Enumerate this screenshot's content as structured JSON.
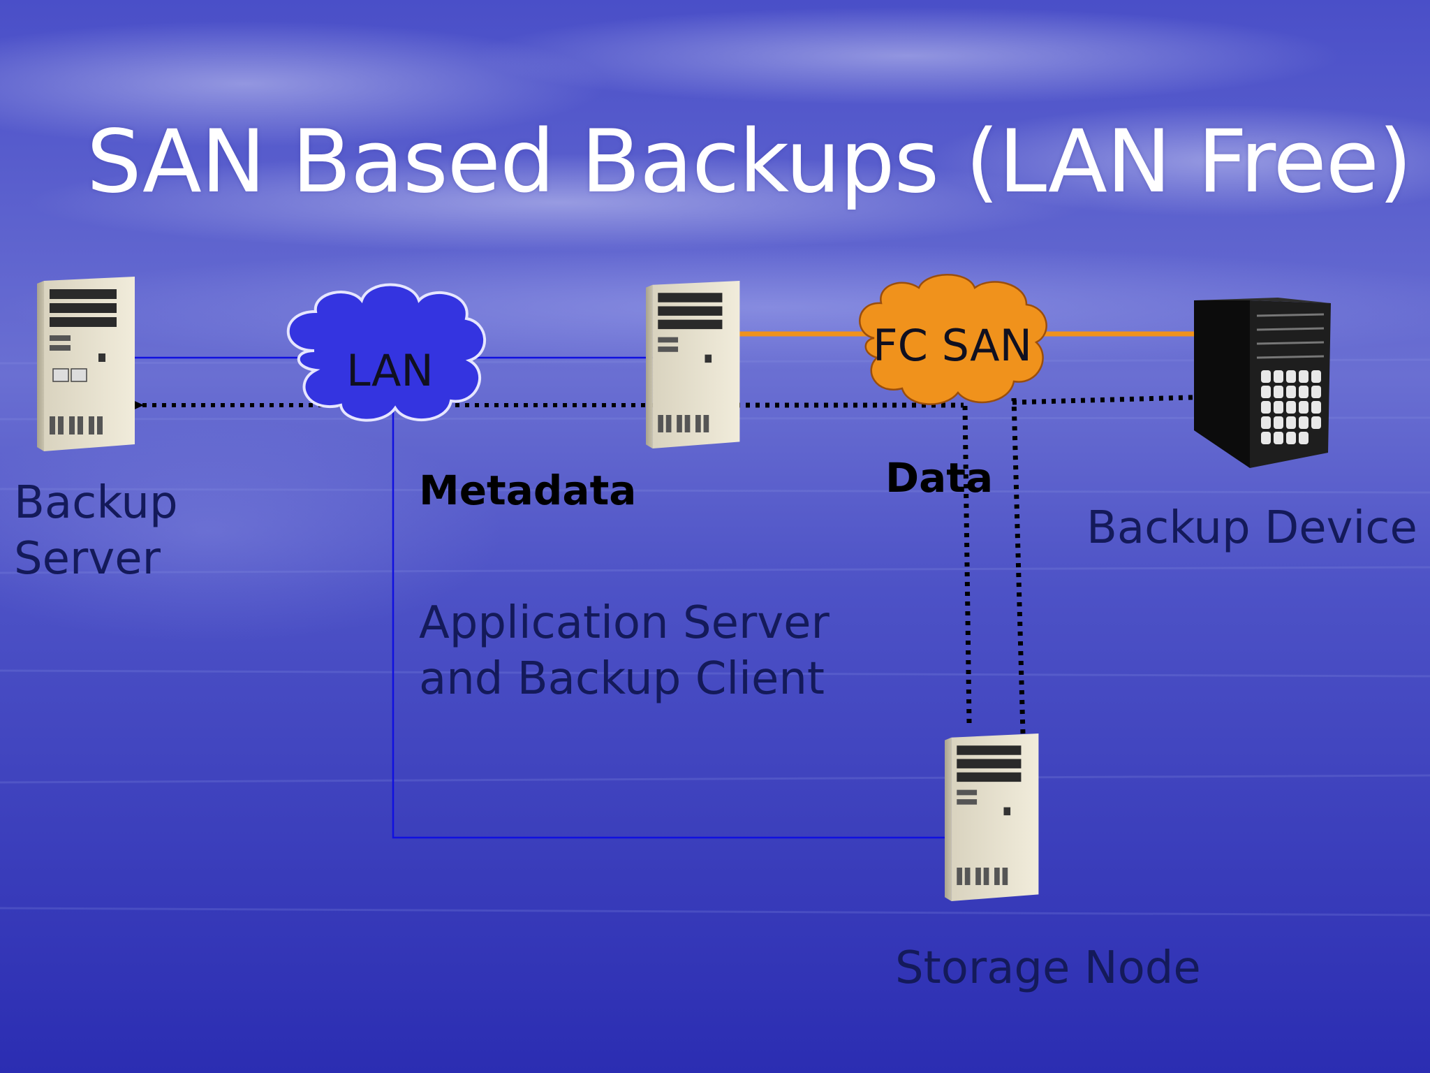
{
  "slide": {
    "title": "SAN Based Backups (LAN Free)"
  },
  "clouds": {
    "lan": "LAN",
    "fc_san": "FC SAN"
  },
  "labels": {
    "backup_server_line1": "Backup",
    "backup_server_line2": "Server",
    "metadata": "Metadata",
    "data": "Data",
    "app_server_line1": "Application Server",
    "app_server_line2": "and Backup Client",
    "backup_device": "Backup Device",
    "storage_node": "Storage Node"
  },
  "icons": {
    "backup_server": "tower-server-icon",
    "app_server": "tower-server-icon",
    "storage_node": "tower-server-icon",
    "backup_device": "tape-library-icon",
    "lan": "cloud-icon",
    "fc_san": "cloud-icon"
  },
  "colors": {
    "background": "#3a3cb8",
    "lan_link": "#1010e0",
    "san_link": "#f0921c",
    "lan_cloud": "#3434e0",
    "san_cloud": "#f0921c",
    "data_flow": "#000000"
  }
}
